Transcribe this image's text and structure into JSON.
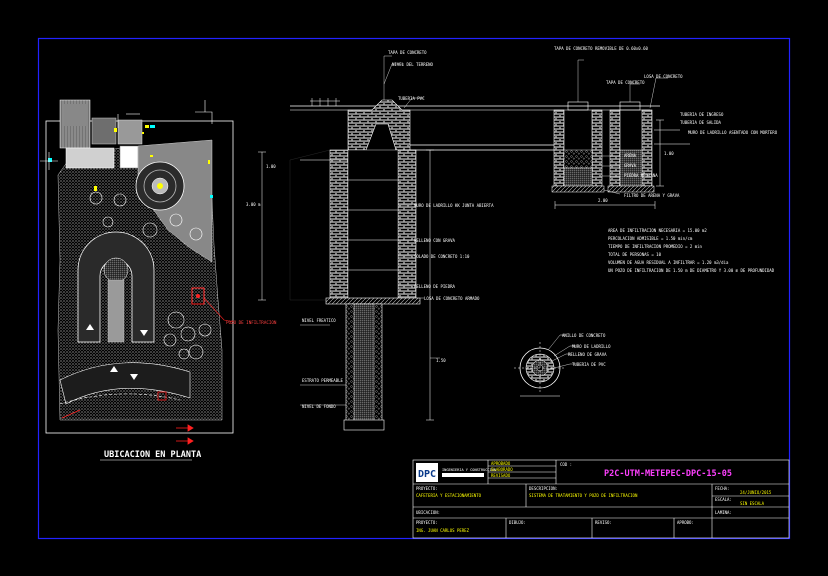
{
  "drawing": {
    "plan_title": "UBICACION EN PLANTA",
    "plan_labels": {
      "pozo_ref": "POZO DE INFILTRACION"
    },
    "section_labels": {
      "tapa": "TAPA DE CONCRETO",
      "nivel_terreno": "NIVEL DEL TERRENO",
      "tuberia": "TUBERIA PVC",
      "muro_ladrillo": "MURO DE LADRILLO KK JUNTA ABIERTA",
      "relleno_grava": "RELLENO CON GRAVA",
      "solado": "SOLADO DE CONCRETO 1:10",
      "piedra": "RELLENO DE PIEDRA",
      "losa": "LOSA DE CONCRETO ARMADO",
      "nivel_freatico": "NIVEL FREATICO",
      "zona_estrato": "ESTRATO PERMEABLE",
      "fondo": "NIVEL DE FONDO",
      "tanque_tapa": "TAPA DE CONCRETO REMOVIBLE DE 0.60x0.60",
      "tanque_tapa2": "TAPA DE CONCRETO",
      "losa_concreto": "LOSA DE CONCRETO",
      "tuberia_ingreso": "TUBERIA DE INGRESO",
      "tuberia_salida": "TUBERIA DE SALIDA",
      "muro_ladrillo_t": "MURO DE LADRILLO ASENTADO CON MORTERO",
      "arena": "ARENA",
      "grava": "GRAVA",
      "piedra_t": "PIEDRA MEDIANA",
      "filtro": "FILTRO DE ARENA Y GRAVA",
      "dim_h": "1.00",
      "dim_w": "2.00",
      "dim_l": "1.50",
      "depth": "3.00 m",
      "notes": [
        "AREA DE INFILTRACION NECESARIA = 15.00 m2",
        "PERCOLACION ADMISIBLE = 1.50 min/cm",
        "TIEMPO DE INFILTRACION PROMEDIO = 2 min",
        "TOTAL DE PERSONAS = 10",
        "VOLUMEN DE AGUA RESIDUAL A INFILTRAR = 1.20 m3/dia",
        "UN POZO DE INFILTRACION DE 1.50 m DE DIAMETRO Y 3.00 m DE PROFUNDIDAD"
      ],
      "circle_labels": [
        "ANILLO DE CONCRETO",
        "MURO DE LADRILLO",
        "RELLENO DE GRAVA",
        "TUBERIA DE PVC"
      ]
    }
  },
  "title_block": {
    "logo_text": "DPC",
    "sub_logo": "INGENIERIA Y CONSTRUCCION",
    "aprobado": "APROBADO",
    "elaborado": "ELABORADO",
    "revisado": "REVISADO",
    "code_label": "COD :",
    "code": "P2C-UTM-METEPEC-DPC-15-05",
    "proyecto_label": "PROYECTO:",
    "proyecto": "CAFETERIA Y ESTACIONAMIENTO",
    "descripcion_label": "DESCRIPCION:",
    "descripcion": "SISTEMA DE TRATAMIENTO Y POZO DE INFILTRACION",
    "ubicacion_label": "UBICACION:",
    "fecha_label": "FECHA:",
    "fecha": "24/JUNIO/2015",
    "escala_label": "ESCALA:",
    "escala": "SIN ESCALA",
    "lamina_label": "LAMINA:",
    "proyecto2_label": "PROYECTO:",
    "proyecto2": "ING. JUAN CARLOS PEREZ",
    "dibujo_label": "DIBUJO:",
    "reviso_label": "REVISO:",
    "aprobo_label": "APROBO:"
  }
}
